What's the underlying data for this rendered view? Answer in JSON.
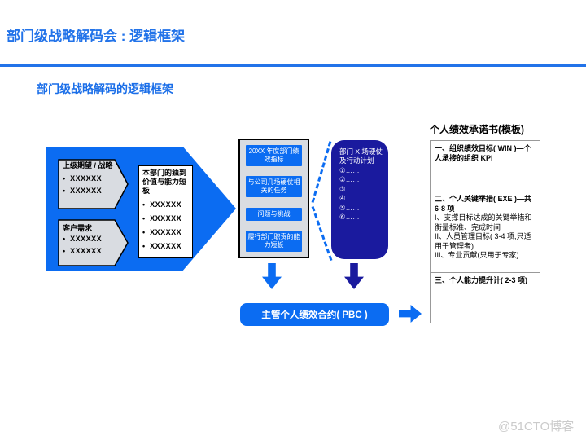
{
  "header": {
    "title": "部门级战略解码会 : 逻辑框架"
  },
  "subtitle": "部门级战略解码的逻辑框架",
  "inputs_arrow": {
    "upper_pentagon": {
      "title": "上级期望 / 战略",
      "bullets": [
        "XXXXXX",
        "XXXXXX"
      ]
    },
    "lower_pentagon": {
      "title": "客户需求",
      "bullets": [
        "XXXXXX",
        "XXXXXX"
      ]
    },
    "value_box": {
      "title": "本部门的独到价值与能力短板",
      "bullets": [
        "XXXXXX",
        "XXXXXX",
        "XXXXXX",
        "XXXXXX"
      ]
    }
  },
  "indicator_box": {
    "items": [
      "20XX 年度部门绩效指标",
      "与公司几场硬仗相关的任务",
      "问题与挑战",
      "履行部门职责的能力短板"
    ]
  },
  "battle_box": {
    "title": "部门 X 场硬仗及行动计划",
    "items": [
      "①……",
      "②……",
      "③……",
      "④……",
      "⑤……",
      "⑥……"
    ]
  },
  "pbc_button": {
    "label": "主管个人绩效合约( PBC )"
  },
  "commitment_panel": {
    "heading": "个人绩效承诺书(模板)",
    "sections": [
      {
        "title": "一、组织绩效目标( WIN )—个人承接的组织 KPI",
        "lines": []
      },
      {
        "title": "二、个人关键举措( EXE )—共 6-8 项",
        "lines": [
          "I、支撑目标达成的关键举措和衡量标准、完成时间",
          "II、人员管理目标( 3-4 项,只适用于管理者)",
          "III、专业贡献(只用于专家)"
        ]
      },
      {
        "title": "三、个人能力提升计( 2-3 项)",
        "lines": []
      }
    ]
  },
  "watermark": "@51CTO博客",
  "colors": {
    "accent_blue": "#0B6CF2",
    "navy": "#1A1A9E",
    "title_blue": "#2273E9",
    "shape_gray": "#D9DCE1",
    "panel_border": "#999999",
    "watermark_gray": "#CBCBCB"
  }
}
